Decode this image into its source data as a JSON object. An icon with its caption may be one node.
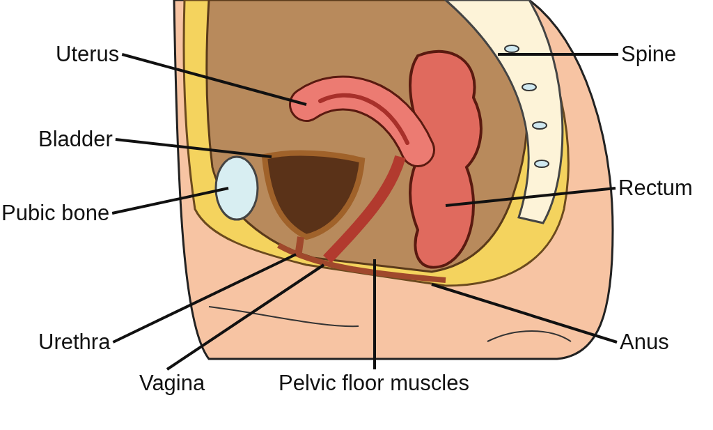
{
  "diagram": {
    "nodes": [
      {
        "text": [
          "Uterus"
        ]
      },
      {
        "text": [
          "Spine"
        ]
      },
      {
        "text": [
          "Bladder"
        ]
      },
      {
        "text": [
          "Rectum"
        ]
      },
      {
        "text": [
          "Pubic bone"
        ]
      },
      {
        "text": [
          "Urethra"
        ]
      },
      {
        "text": [
          "Anus"
        ]
      },
      {
        "text": [
          "Vagina"
        ]
      },
      {
        "text": [
          "Pelvic floor muscles"
        ]
      }
    ],
    "edges": [
      {
        "from": 0,
        "to": null,
        "arrow": "none"
      },
      {
        "from": 1,
        "to": null,
        "arrow": "none"
      },
      {
        "from": 2,
        "to": null,
        "arrow": "none"
      },
      {
        "from": 3,
        "to": null,
        "arrow": "none"
      },
      {
        "from": 4,
        "to": null,
        "arrow": "none"
      },
      {
        "from": 5,
        "to": null,
        "arrow": "none"
      },
      {
        "from": 6,
        "to": null,
        "arrow": "none"
      },
      {
        "from": 7,
        "to": null,
        "arrow": "none"
      },
      {
        "from": 8,
        "to": null,
        "arrow": "none"
      }
    ]
  }
}
